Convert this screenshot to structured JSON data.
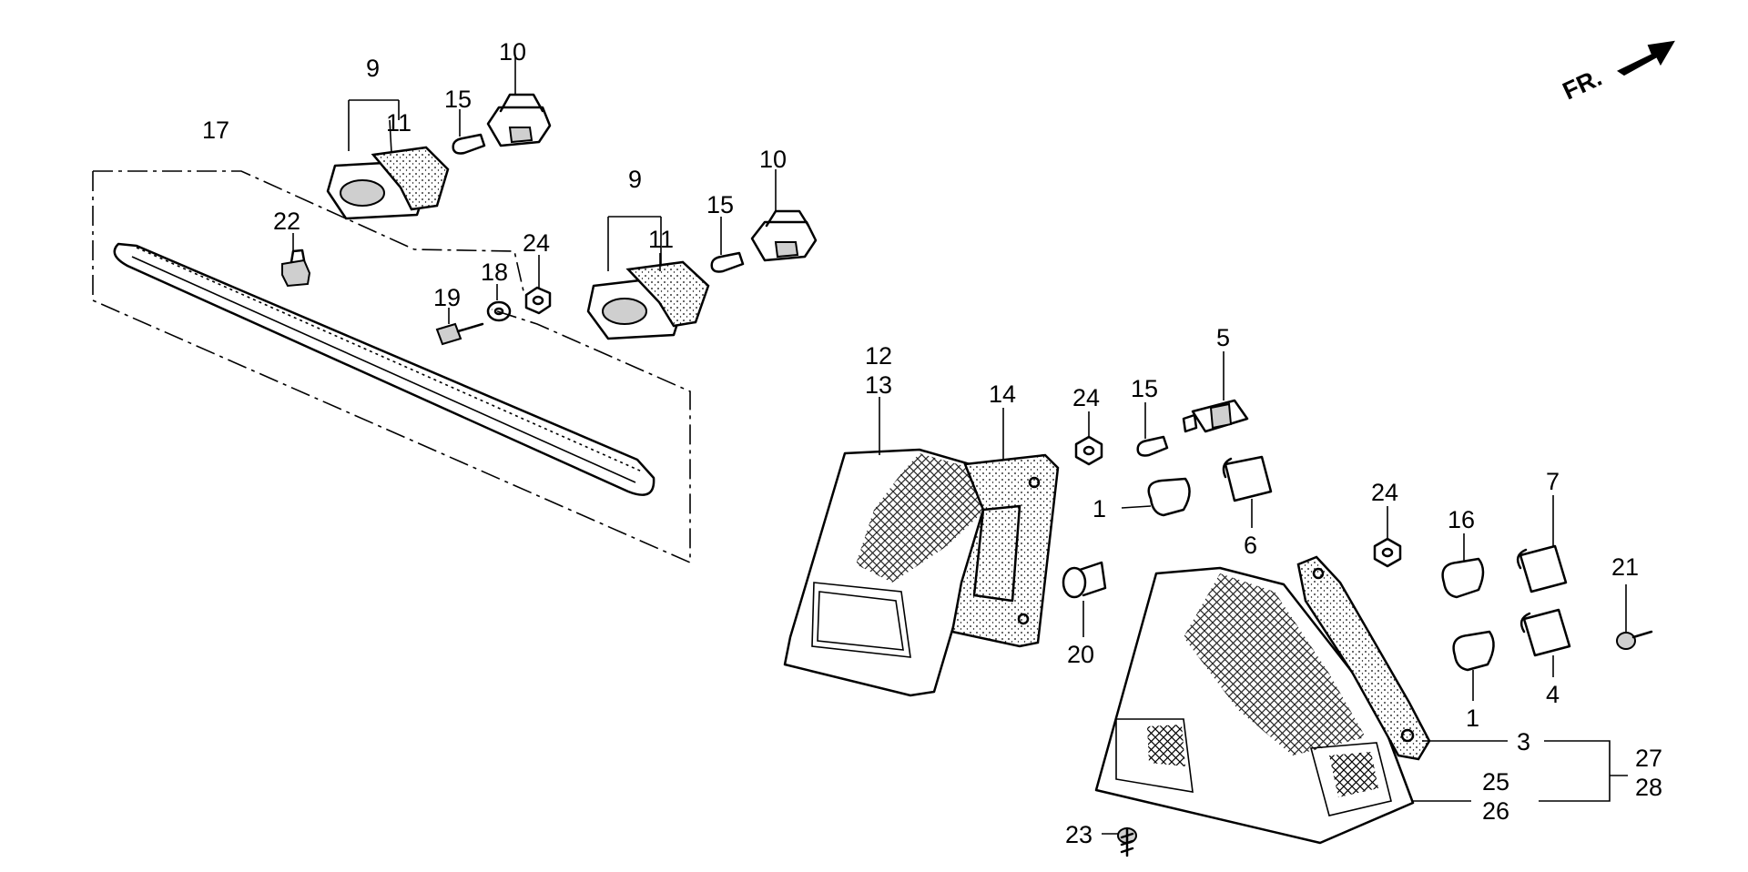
{
  "direction_indicator": {
    "label": "FR."
  },
  "callouts": {
    "c1a": "1",
    "c1b": "1",
    "c3": "3",
    "c4": "4",
    "c5": "5",
    "c6": "6",
    "c7": "7",
    "c9a": "9",
    "c9b": "9",
    "c10a": "10",
    "c10b": "10",
    "c11a": "11",
    "c11b": "11",
    "c12": "12",
    "c13": "13",
    "c14": "14",
    "c15a": "15",
    "c15b": "15",
    "c15c": "15",
    "c16": "16",
    "c17": "17",
    "c18": "18",
    "c19": "19",
    "c20": "20",
    "c21": "21",
    "c22": "22",
    "c23": "23",
    "c24a": "24",
    "c24b": "24",
    "c24c": "24",
    "c25": "25",
    "c26": "26",
    "c27": "27",
    "c28": "28"
  }
}
